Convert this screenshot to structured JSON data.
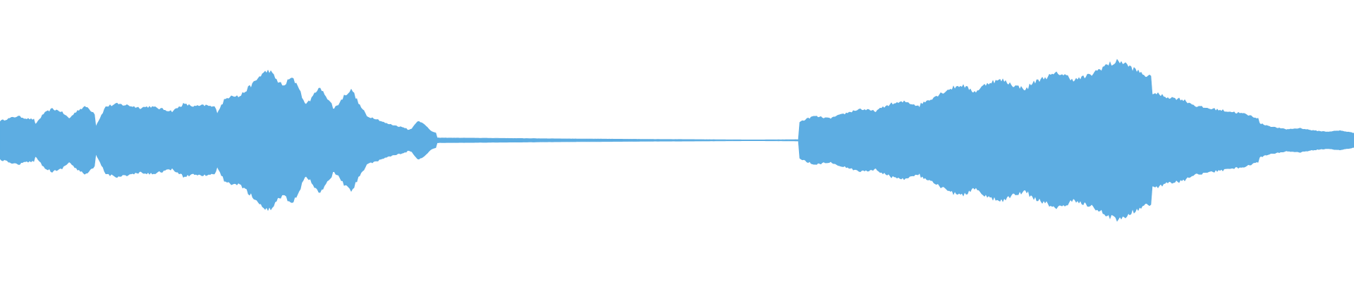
{
  "waveform": {
    "color": "#5dade2",
    "segments": [
      {
        "x0": 0.0,
        "x1": 0.026,
        "amp": [
          0.16,
          0.18,
          0.2,
          0.18,
          0.17
        ]
      },
      {
        "x0": 0.026,
        "x1": 0.07,
        "amp": [
          0.13,
          0.22,
          0.26,
          0.24,
          0.18,
          0.25,
          0.28,
          0.22
        ]
      },
      {
        "x0": 0.07,
        "x1": 0.16,
        "amp": [
          0.1,
          0.28,
          0.3,
          0.29,
          0.27,
          0.28,
          0.26,
          0.24,
          0.3,
          0.28,
          0.29,
          0.27
        ]
      },
      {
        "x0": 0.16,
        "x1": 0.21,
        "amp": [
          0.22,
          0.33,
          0.38,
          0.36,
          0.42,
          0.48,
          0.55,
          0.58,
          0.5,
          0.44
        ]
      },
      {
        "x0": 0.21,
        "x1": 0.245,
        "amp": [
          0.46,
          0.52,
          0.46,
          0.3,
          0.34,
          0.44,
          0.38,
          0.3
        ]
      },
      {
        "x0": 0.245,
        "x1": 0.27,
        "amp": [
          0.25,
          0.3,
          0.38,
          0.42,
          0.3,
          0.22
        ]
      },
      {
        "x0": 0.27,
        "x1": 0.3,
        "amp": [
          0.2,
          0.18,
          0.14,
          0.12,
          0.1
        ]
      },
      {
        "x0": 0.3,
        "x1": 0.322,
        "amp": [
          0.08,
          0.1,
          0.16,
          0.14,
          0.08,
          0.06
        ]
      },
      {
        "x0": 0.322,
        "x1": 0.59,
        "amp": [
          0.02,
          0.018,
          0.015,
          0.012,
          0.01,
          0.008,
          0.006,
          0.004,
          0.006
        ]
      },
      {
        "x0": 0.59,
        "x1": 0.68,
        "amp": [
          0.15,
          0.2,
          0.18,
          0.22,
          0.26,
          0.24,
          0.3,
          0.32,
          0.28
        ]
      },
      {
        "x0": 0.68,
        "x1": 0.76,
        "amp": [
          0.3,
          0.36,
          0.42,
          0.46,
          0.4,
          0.48,
          0.5,
          0.45,
          0.42
        ]
      },
      {
        "x0": 0.76,
        "x1": 0.85,
        "amp": [
          0.46,
          0.52,
          0.56,
          0.5,
          0.54,
          0.62,
          0.66,
          0.58,
          0.52
        ]
      },
      {
        "x0": 0.85,
        "x1": 0.93,
        "amp": [
          0.4,
          0.36,
          0.34,
          0.28,
          0.26,
          0.24,
          0.22,
          0.18
        ]
      },
      {
        "x0": 0.93,
        "x1": 1.0,
        "amp": [
          0.14,
          0.11,
          0.09,
          0.1,
          0.08,
          0.07,
          0.08,
          0.06
        ]
      }
    ]
  }
}
